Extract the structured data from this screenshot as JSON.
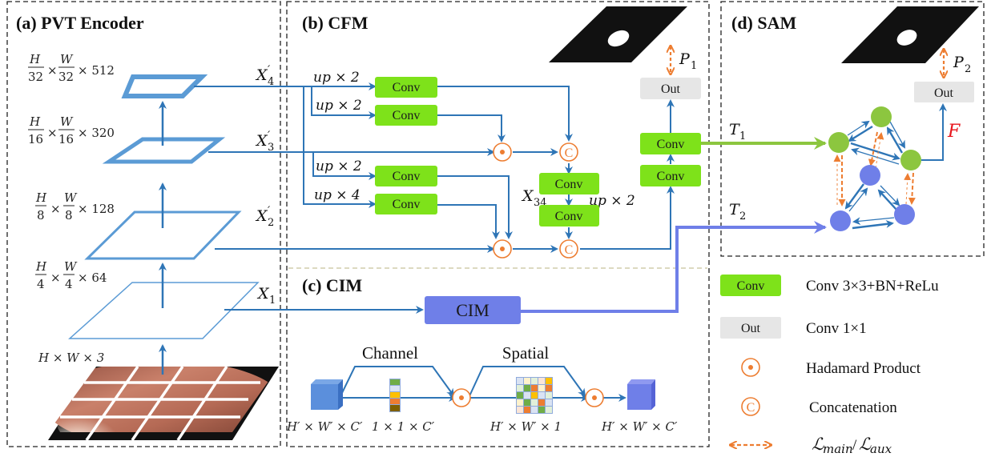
{
  "colors": {
    "line_blue": "#2e75b6",
    "conv_green": "#7ee21a",
    "out_gray": "#e6e6e6",
    "op_orange": "#ed7d31",
    "cim_purple": "#6f7fe8",
    "node_green": "#8cc63f",
    "node_blue": "#6f7fe8",
    "t1_green": "#8cc63f",
    "f_red": "#e8141b",
    "mask_black": "#111111"
  },
  "panels": {
    "encoder": {
      "title": "(a) PVT Encoder"
    },
    "cfm": {
      "title": "(b) CFM"
    },
    "cim": {
      "title": "(c) CIM"
    },
    "sam": {
      "title": "(d) SAM"
    }
  },
  "encoder": {
    "stages": [
      {
        "shape_num_h": "H",
        "shape_den": "32",
        "shape_num_w": "W",
        "channels": "× 512",
        "feature": "X",
        "feature_sub": "4",
        "prime": true
      },
      {
        "shape_num_h": "H",
        "shape_den": "16",
        "shape_num_w": "W",
        "channels": "× 320",
        "feature": "X",
        "feature_sub": "3",
        "prime": true
      },
      {
        "shape_num_h": "H",
        "shape_den": "8",
        "shape_num_w": "W",
        "channels": "× 128",
        "feature": "X",
        "feature_sub": "2",
        "prime": true
      },
      {
        "shape_num_h": "H",
        "shape_den": "4",
        "shape_num_w": "W",
        "channels": "× 64",
        "feature": "X",
        "feature_sub": "1",
        "prime": false
      }
    ],
    "input_shape": "H × W × 3",
    "times": "×"
  },
  "cfm": {
    "conv_label": "Conv",
    "out_label": "Out",
    "concat_symbol": "C",
    "upsample_labels": [
      "up × 2",
      "up × 2",
      "up × 2",
      "up × 4",
      "up × 2"
    ],
    "x34_label": "X",
    "x34_sub": "34",
    "p1_label": "P",
    "p1_sub": "1"
  },
  "cim": {
    "box_label": "CIM",
    "channel_label": "Channel",
    "spatial_label": "Spatial",
    "shapes": [
      "H′ × W′ × C′",
      "1 × 1 × C′",
      "H′ × W′ × 1",
      "H′ × W′ × C′"
    ]
  },
  "sam": {
    "t1_label": "T",
    "t1_sub": "1",
    "t2_label": "T",
    "t2_sub": "2",
    "f_label": "F",
    "out_label": "Out",
    "p2_label": "P",
    "p2_sub": "2"
  },
  "legend": [
    {
      "symbol": "conv-box",
      "symbol_text": "Conv",
      "text": "Conv 3×3+BN+ReLu"
    },
    {
      "symbol": "out-box",
      "symbol_text": "Out",
      "text": "Conv 1×1"
    },
    {
      "symbol": "hadamard",
      "symbol_text": "",
      "text": "Hadamard Product"
    },
    {
      "symbol": "concat",
      "symbol_text": "C",
      "text": "Concatenation"
    },
    {
      "symbol": "loss-arrow",
      "symbol_text": "",
      "text_main": "main",
      "text_aux": "aux",
      "text_script": "ℒ",
      "text_slash": "/"
    }
  ]
}
